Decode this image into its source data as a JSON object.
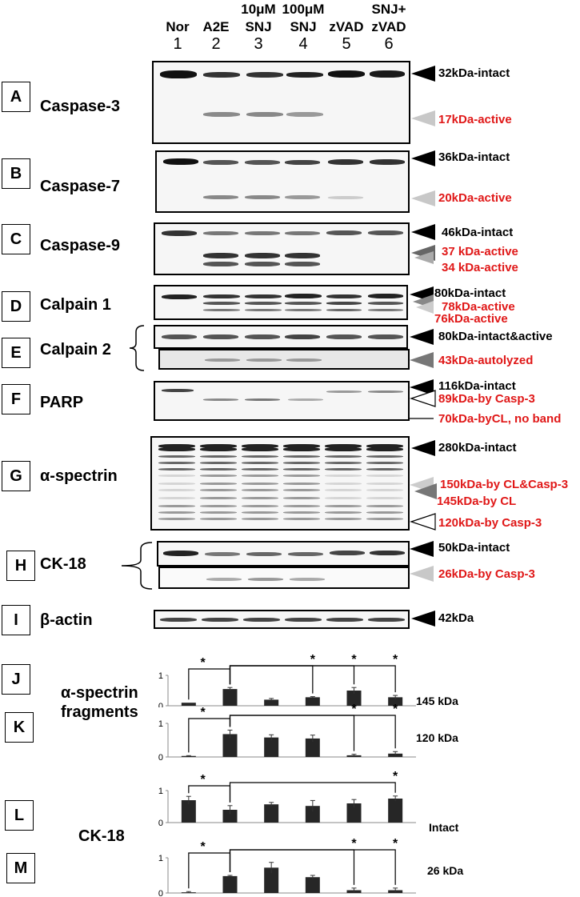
{
  "header": {
    "lanes": [
      {
        "top": "",
        "bottom": "Nor",
        "num": "1"
      },
      {
        "top": "",
        "bottom": "A2E",
        "num": "2"
      },
      {
        "top": "10μM",
        "bottom": "SNJ",
        "num": "3"
      },
      {
        "top": "100μM",
        "bottom": "SNJ",
        "num": "4"
      },
      {
        "top": "",
        "bottom": "zVAD",
        "num": "5"
      },
      {
        "top": "SNJ+",
        "bottom": "zVAD",
        "num": "6"
      }
    ]
  },
  "panels": {
    "A": {
      "letter": "A",
      "protein": "Caspase-3",
      "labels": [
        "32kDa-intact",
        "17kDa-active"
      ]
    },
    "B": {
      "letter": "B",
      "protein": "Caspase-7",
      "labels": [
        "36kDa-intact",
        "20kDa-active"
      ]
    },
    "C": {
      "letter": "C",
      "protein": "Caspase-9",
      "labels": [
        "46kDa-intact",
        "37 kDa-active",
        "34 kDa-active"
      ]
    },
    "D": {
      "letter": "D",
      "protein": "Calpain 1",
      "labels": [
        "80kDa-intact",
        "78kDa-active",
        "76kDa-active"
      ]
    },
    "E": {
      "letter": "E",
      "protein": "Calpain 2",
      "labels": [
        "80kDa-intact&active",
        "43kDa-autolyzed"
      ]
    },
    "F": {
      "letter": "F",
      "protein": "PARP",
      "labels": [
        "116kDa-intact",
        "89kDa-by Casp-3",
        "70kDa-byCL, no band"
      ]
    },
    "G": {
      "letter": "G",
      "protein": "α-spectrin",
      "labels": [
        "280kDa-intact",
        "150kDa-by CL&Casp-3",
        "145kDa-by CL",
        "120kDa-by Casp-3"
      ]
    },
    "H": {
      "letter": "H",
      "protein": "CK-18",
      "labels": [
        "50kDa-intact",
        "26kDa-by Casp-3"
      ]
    },
    "I": {
      "letter": "I",
      "protein": "β-actin",
      "labels": [
        "42kDa"
      ]
    }
  },
  "quant": {
    "J": {
      "letter": "J"
    },
    "K": {
      "letter": "K"
    },
    "L": {
      "letter": "L"
    },
    "M": {
      "letter": "M"
    },
    "group_spectrin": [
      "α-spectrin",
      "fragments"
    ],
    "group_ck18": "CK-18",
    "sig": "*"
  },
  "colors": {
    "red_label": "#e01818",
    "bar": "#262626"
  },
  "chart_data": [
    {
      "type": "bar",
      "panel": "J",
      "title": "",
      "series_label": "145 kDa",
      "categories": [
        "1",
        "2",
        "3",
        "4",
        "5",
        "6"
      ],
      "values": [
        0.1,
        0.55,
        0.2,
        0.28,
        0.5,
        0.28
      ],
      "errors": [
        0.0,
        0.05,
        0.04,
        0.02,
        0.1,
        0.06
      ],
      "ylim": [
        0,
        1
      ],
      "yticks": [
        "0",
        "1"
      ],
      "significance": [
        [
          1,
          2
        ],
        [
          2,
          4
        ],
        [
          2,
          5
        ],
        [
          2,
          6
        ]
      ]
    },
    {
      "type": "bar",
      "panel": "K",
      "title": "",
      "series_label": "120 kDa",
      "categories": [
        "1",
        "2",
        "3",
        "4",
        "5",
        "6"
      ],
      "values": [
        0.03,
        0.68,
        0.58,
        0.55,
        0.05,
        0.1
      ],
      "errors": [
        0.01,
        0.12,
        0.08,
        0.1,
        0.03,
        0.06
      ],
      "ylim": [
        0,
        1
      ],
      "yticks": [
        "0",
        "1"
      ],
      "significance": [
        [
          1,
          2
        ],
        [
          2,
          5
        ],
        [
          2,
          6
        ]
      ]
    },
    {
      "type": "bar",
      "panel": "L",
      "title": "",
      "series_label": "Intact",
      "categories": [
        "1",
        "2",
        "3",
        "4",
        "5",
        "6"
      ],
      "values": [
        0.7,
        0.4,
        0.57,
        0.52,
        0.6,
        0.75
      ],
      "errors": [
        0.12,
        0.13,
        0.06,
        0.17,
        0.12,
        0.08
      ],
      "ylim": [
        0,
        1
      ],
      "yticks": [
        "0",
        "1"
      ],
      "significance": [
        [
          1,
          2
        ],
        [
          2,
          6
        ]
      ]
    },
    {
      "type": "bar",
      "panel": "M",
      "title": "",
      "series_label": "26 kDa",
      "categories": [
        "1",
        "2",
        "3",
        "4",
        "5",
        "6"
      ],
      "values": [
        0.02,
        0.48,
        0.72,
        0.45,
        0.08,
        0.08
      ],
      "errors": [
        0.02,
        0.02,
        0.15,
        0.05,
        0.06,
        0.06
      ],
      "ylim": [
        0,
        1
      ],
      "yticks": [
        "0",
        "1"
      ],
      "significance": [
        [
          1,
          2
        ],
        [
          2,
          5
        ],
        [
          2,
          6
        ]
      ]
    }
  ]
}
